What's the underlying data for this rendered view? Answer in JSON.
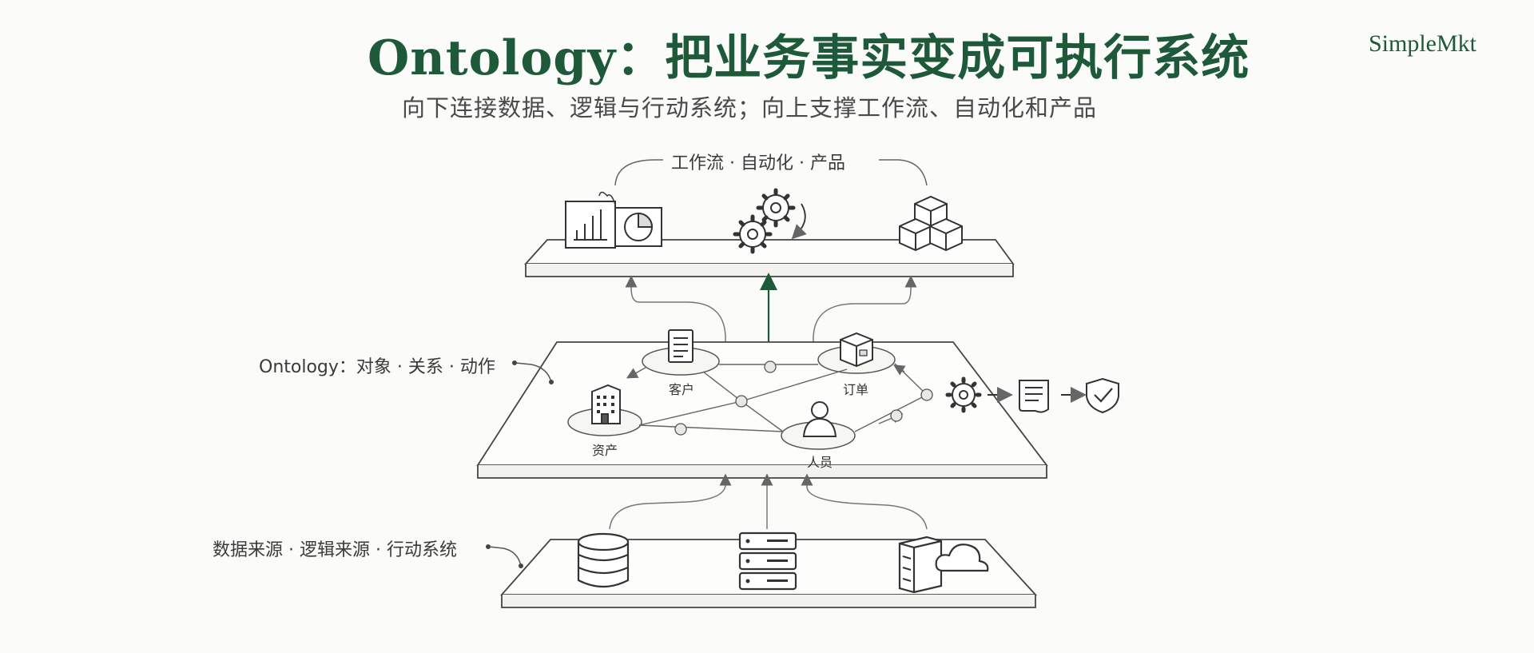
{
  "header": {
    "title": "Ontology：把业务事实变成可执行系统",
    "subtitle": "向下连接数据、逻辑与行动系统；向上支撑工作流、自动化和产品",
    "brand": "SimpleMkt"
  },
  "layers": {
    "top": {
      "label": "工作流 · 自动化 · 产品"
    },
    "middle": {
      "label": "Ontology：对象 · 关系 · 动作"
    },
    "bottom": {
      "label": "数据来源 · 逻辑来源 · 行动系统"
    }
  },
  "nodes": {
    "customer": "客户",
    "order": "订单",
    "asset": "资产",
    "person": "人员"
  },
  "colors": {
    "accent": "#1e5a3a",
    "line": "#555555",
    "ink": "#333333"
  }
}
